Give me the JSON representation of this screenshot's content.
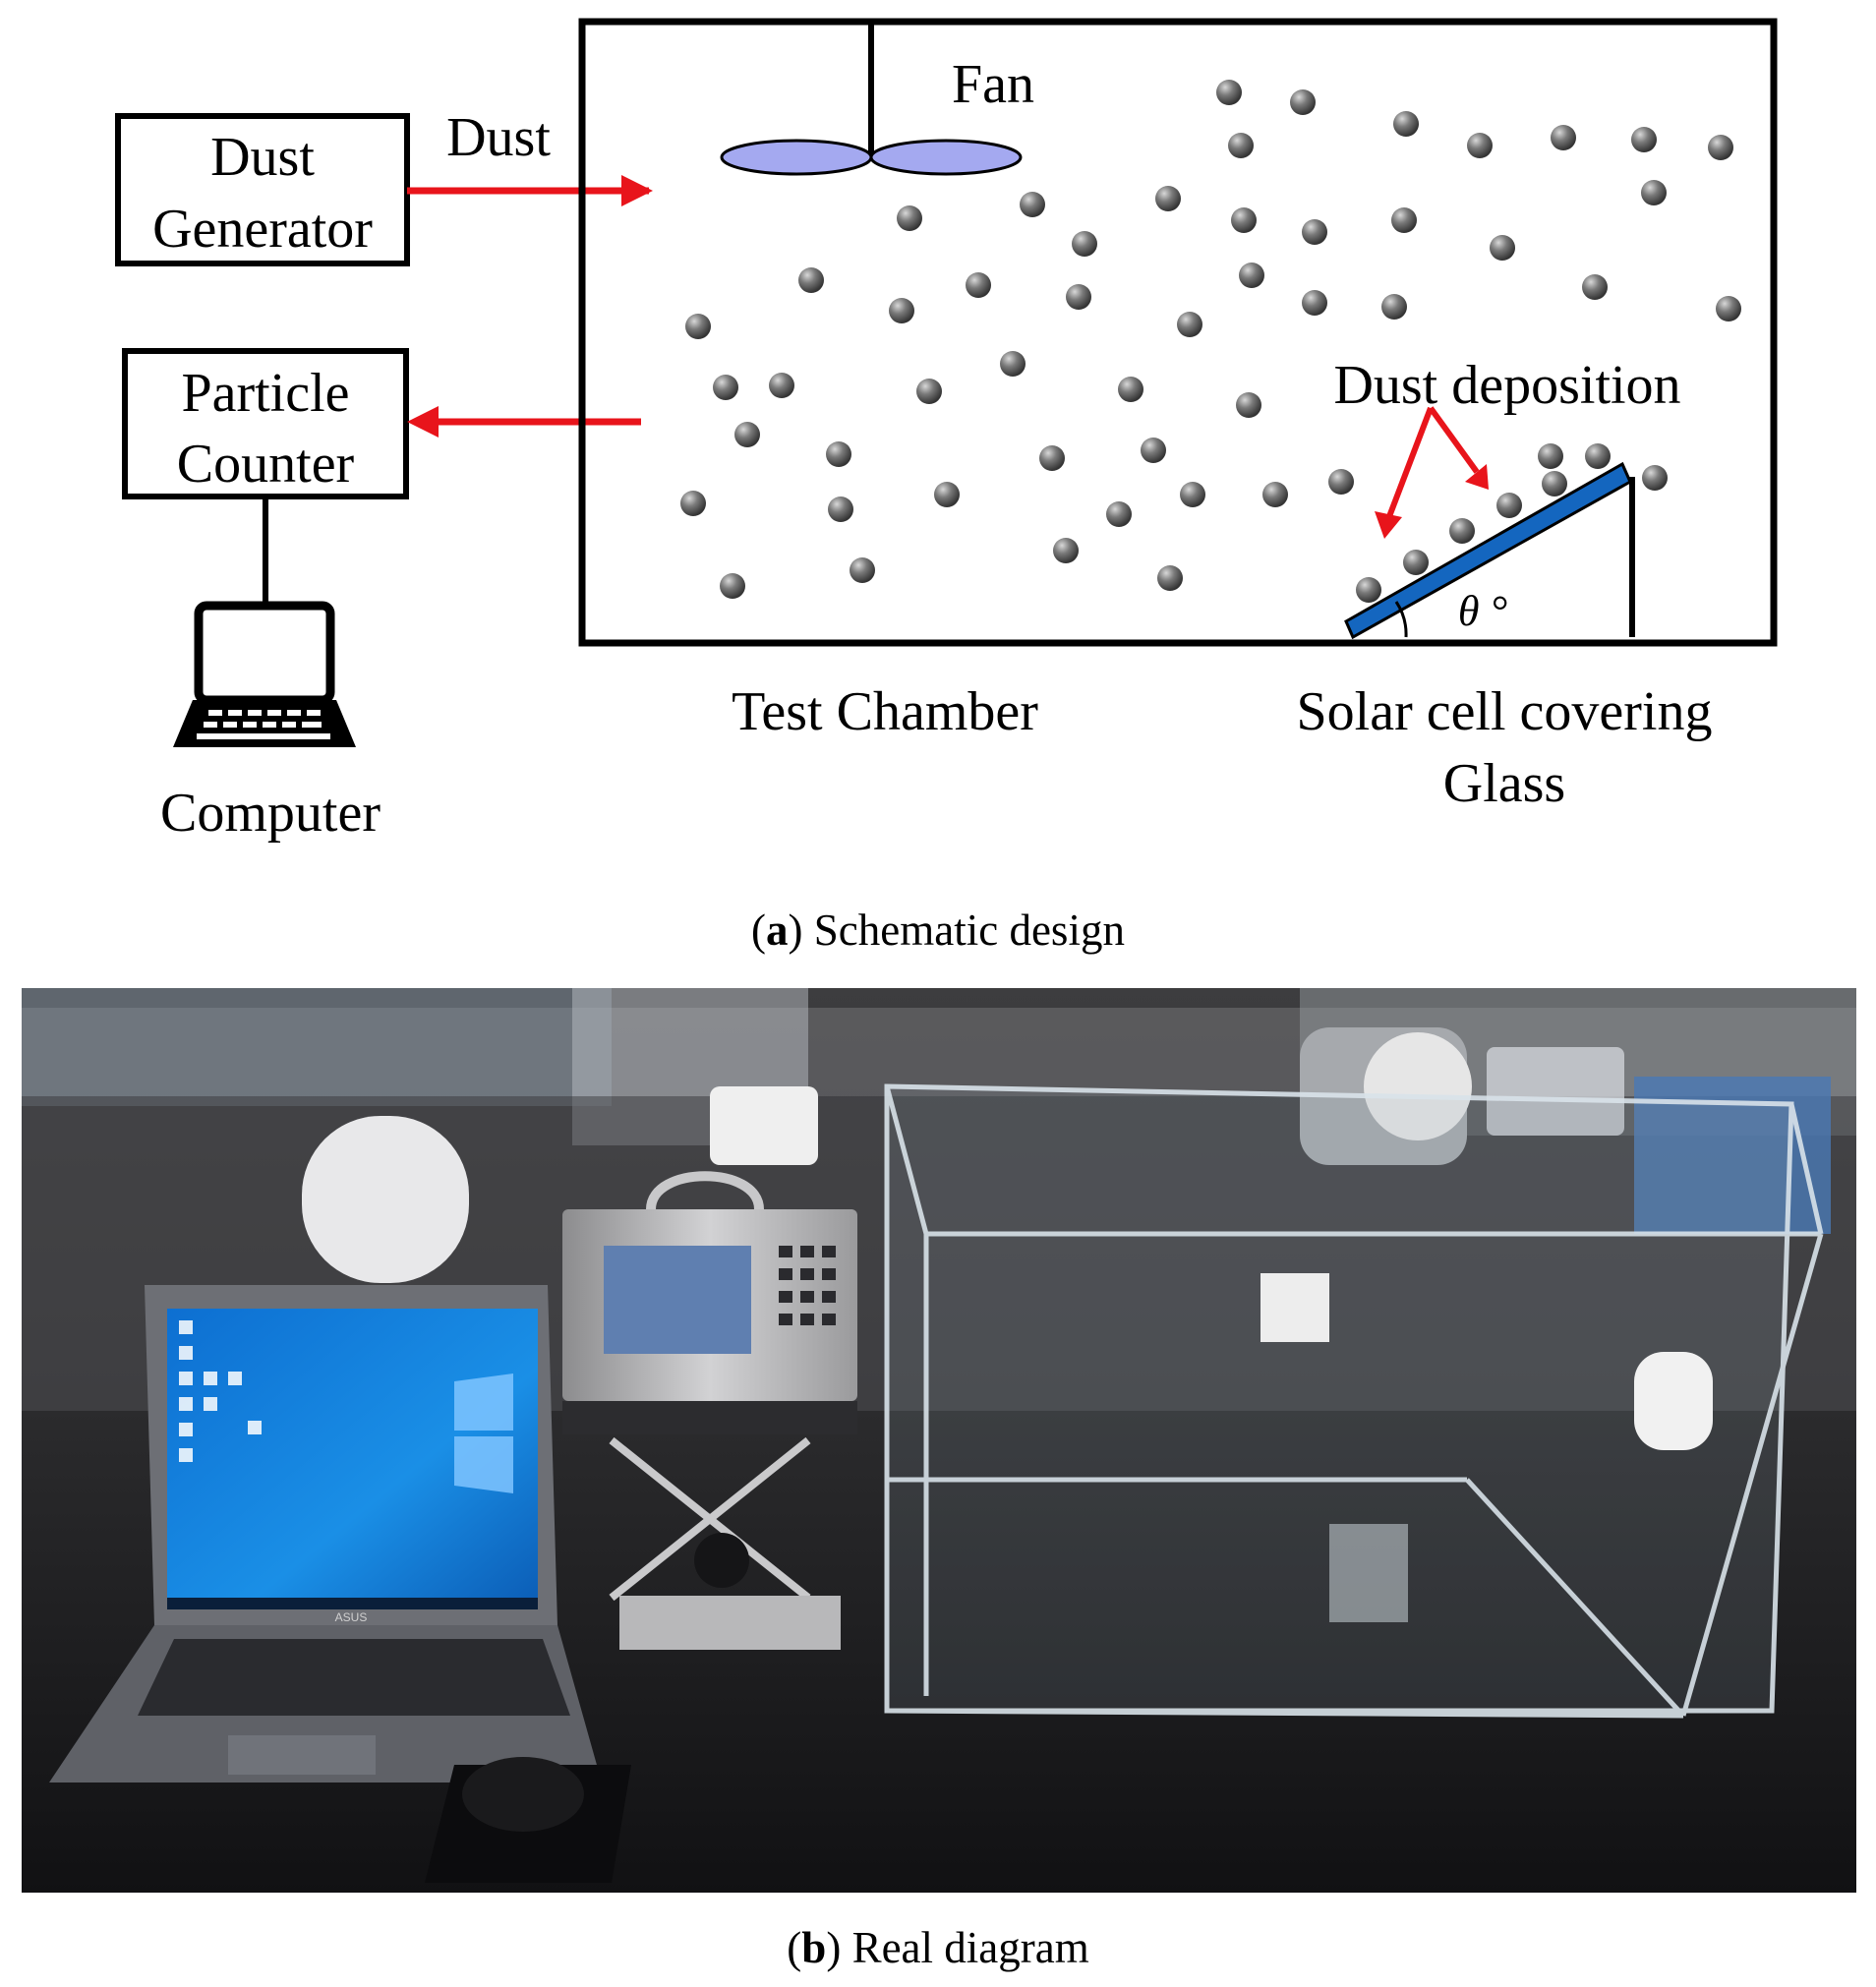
{
  "panel_a": {
    "labels": {
      "dust_generator_line1": "Dust",
      "dust_generator_line2": "Generator",
      "particle_counter_line1": "Particle",
      "particle_counter_line2": "Counter",
      "computer": "Computer",
      "dust_arrow": "Dust",
      "fan": "Fan",
      "dust_deposition": "Dust deposition",
      "angle": "θ °",
      "test_chamber": "Test Chamber",
      "solar_glass_line1": "Solar cell covering",
      "solar_glass_line2": "Glass"
    },
    "caption_letter": "a",
    "caption_text": " Schematic design"
  },
  "panel_b": {
    "caption_letter": "b",
    "caption_text": " Real diagram",
    "device_logo": "ASUS"
  },
  "colors": {
    "arrow": "#e8141b",
    "fan_blade": "#a4a9f0",
    "glass_panel": "#1466bf",
    "dust_particle": "#5a5a5a",
    "desktop_blue": "#1a8fe6"
  }
}
